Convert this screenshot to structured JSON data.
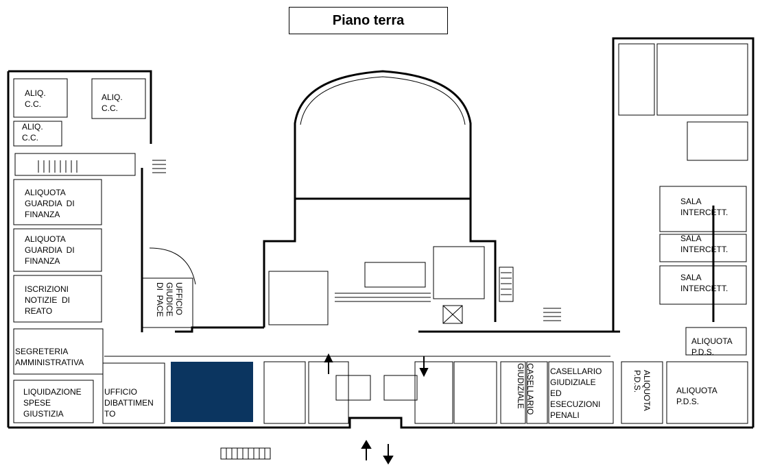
{
  "title": "Piano terra",
  "colors": {
    "highlight_room": "#0b3560",
    "walls": "#000000",
    "background": "#ffffff"
  },
  "rooms": {
    "aliq_cc_1": "ALIQ.\nC.C.",
    "aliq_cc_2": "ALIQ.\nC.C.",
    "aliq_cc_3": "ALIQ.\nC.C.",
    "aliquota_gdf_1": "ALIQUOTA\nGUARDIA  DI\nFINANZA",
    "aliquota_gdf_2": "ALIQUOTA\nGUARDIA  DI\nFINANZA",
    "iscrizioni": "ISCRIZIONI\nNOTIZIE  DI\nREATO",
    "segreteria": "SEGRETERIA\nAMMINISTRATIVA",
    "liquidazione": "LIQUIDAZIONE\nSPESE\nGIUSTIZIA",
    "ufficio_dibattimento": "UFFICIO\nDIBATTIMEN\nTO",
    "ufficio_giudice_pace": "UFFICIO\nGIUDICE\nDI  PACE",
    "casellario_giudiziale_v": "CASELLARIO\nGIUDIZIALE",
    "casellario_esecuzioni": "CASELLARIO\nGIUDIZIALE\nED\nESECUZIONI\nPENALI",
    "aliquota_pds_v": "ALIQUOTA\nP.D.S.",
    "aliquota_pds_1": "ALIQUOTA\nP.D.S.",
    "aliquota_pds_2": "ALIQUOTA\nP.D.S.",
    "sala_intercett_1": "SALA\nINTERCETT.",
    "sala_intercett_2": "SALA\nINTERCETT.",
    "sala_intercett_3": "SALA\nINTERCETT."
  }
}
